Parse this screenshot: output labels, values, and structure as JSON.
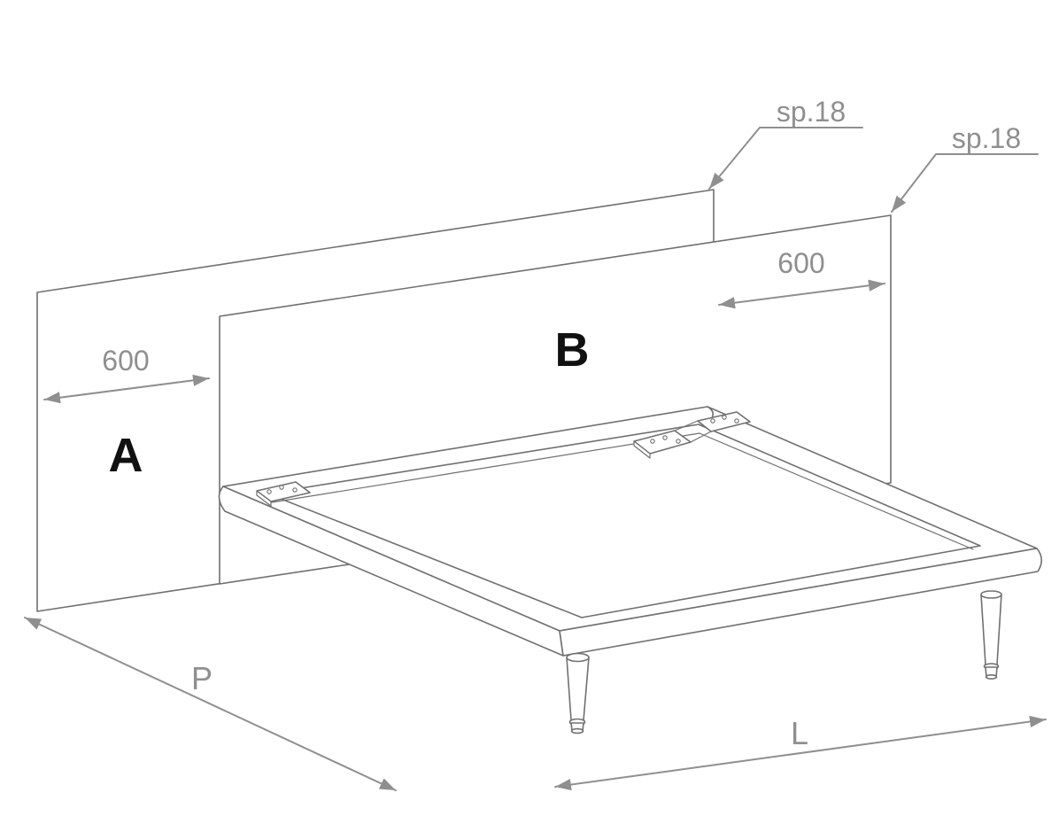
{
  "labels": {
    "panel_a": "A",
    "panel_b": "B"
  },
  "dimensions": {
    "left_overhang": "600",
    "right_overhang": "600",
    "panel_a_thickness": "sp.18",
    "panel_b_thickness": "sp.18",
    "depth": "P",
    "length": "L"
  },
  "colors": {
    "background": "#ffffff",
    "outline": "#707070",
    "dimension": "#8f8f8f",
    "label": "#111111"
  }
}
